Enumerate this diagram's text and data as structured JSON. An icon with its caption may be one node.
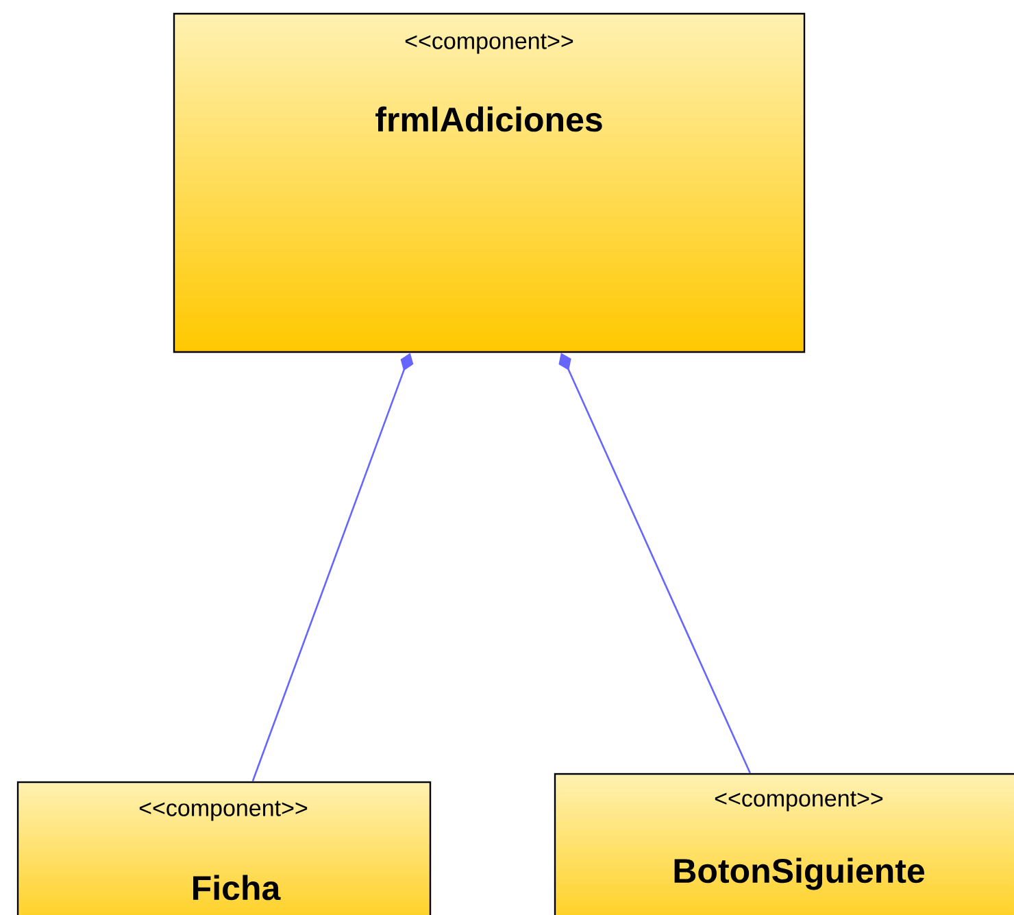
{
  "diagram": {
    "nodes": [
      {
        "text": [
          "<<component>>",
          "frmlAdiciones"
        ]
      },
      {
        "text": [
          "<<component>>",
          "Ficha"
        ]
      },
      {
        "text": [
          "<<component>>",
          "BotonSiguiente"
        ]
      }
    ],
    "edges": [
      {
        "from": 0,
        "to": 1,
        "arrow": "other"
      },
      {
        "from": 0,
        "to": 2,
        "arrow": "other"
      }
    ]
  }
}
